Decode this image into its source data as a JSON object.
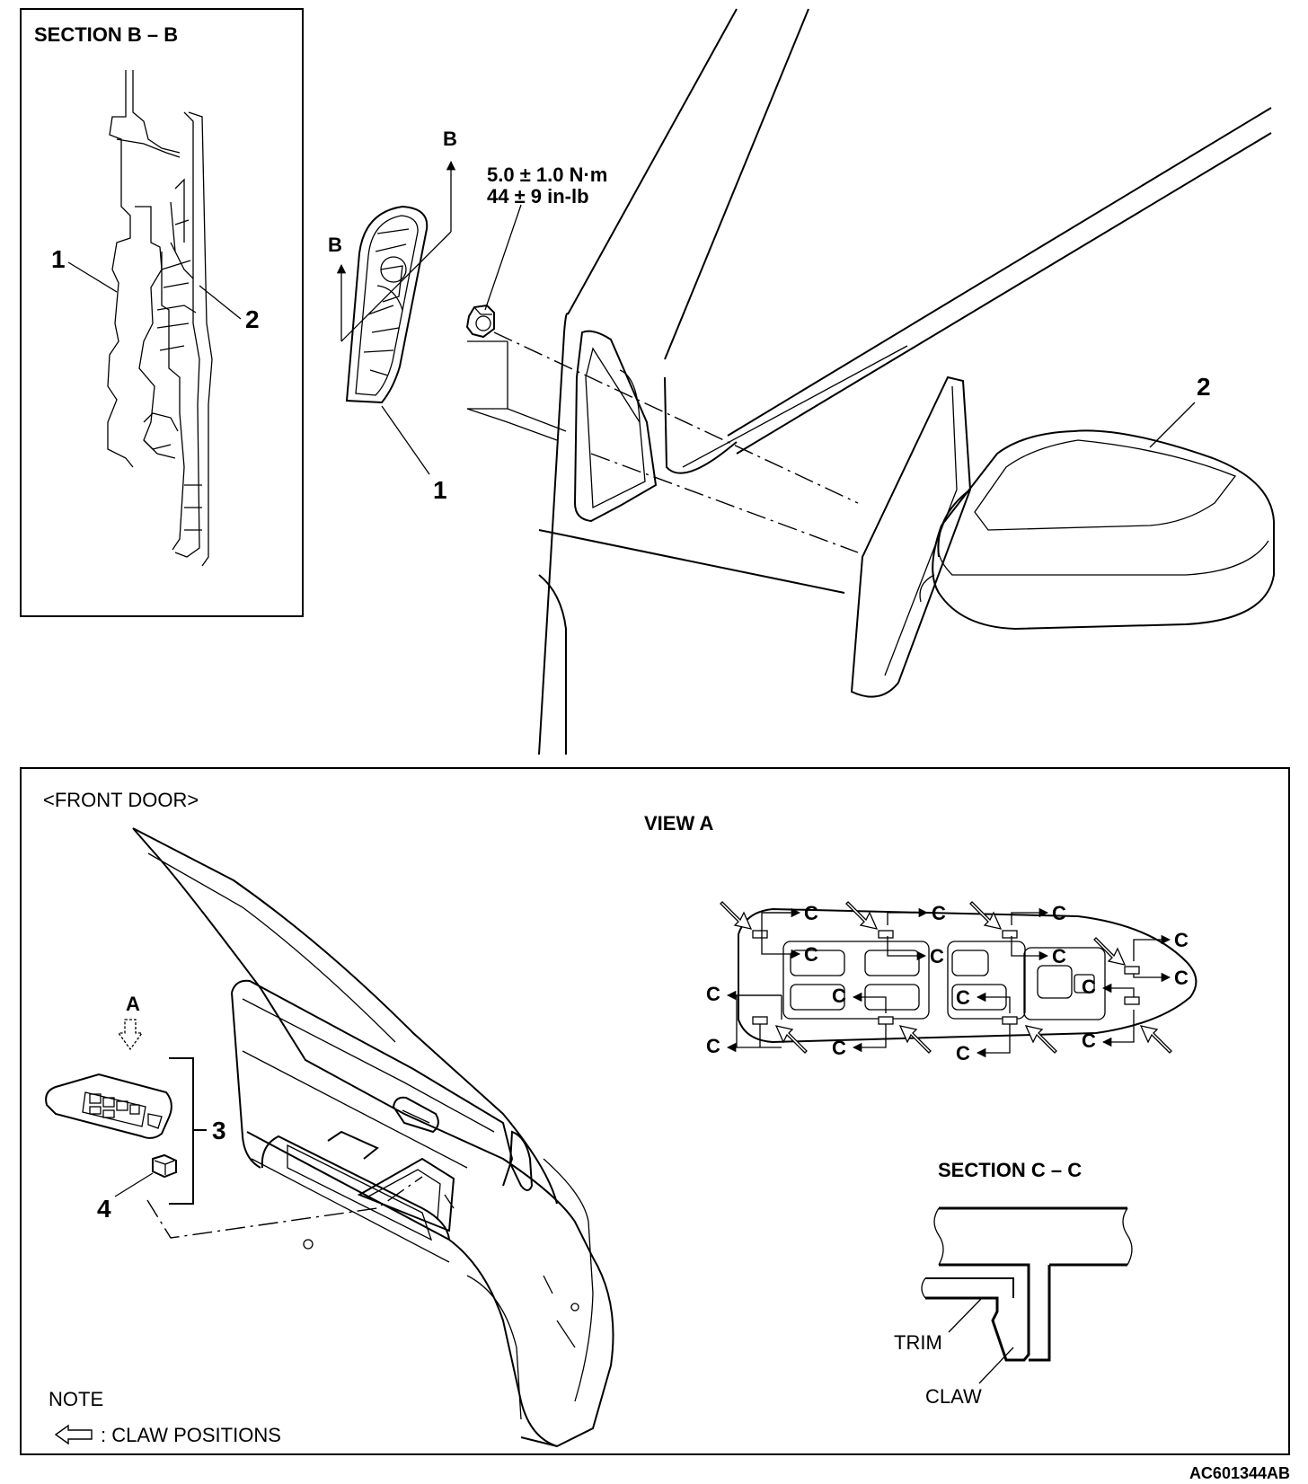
{
  "top_diagram": {
    "section_bb_title": "SECTION B – B",
    "section_bb_callout_1": "1",
    "section_bb_callout_2": "2",
    "section_marker_b_left": "B",
    "section_marker_b_right": "B",
    "torque_nm": "5.0 ± 1.0 N·m",
    "torque_inlb": "44 ± 9 in-lb",
    "callout_cover": "1",
    "callout_mirror": "2"
  },
  "bottom_diagram": {
    "front_door_title": "<FRONT DOOR>",
    "view_a_title": "VIEW A",
    "view_marker_a": "A",
    "callout_switch": "3",
    "callout_clip": "4",
    "section_cc_title": "SECTION C – C",
    "trim_label": "TRIM",
    "claw_label": "CLAW",
    "note_title": "NOTE",
    "note_text": ": CLAW POSITIONS",
    "section_c_marker": "C"
  },
  "figure_id": "AC601344AB"
}
